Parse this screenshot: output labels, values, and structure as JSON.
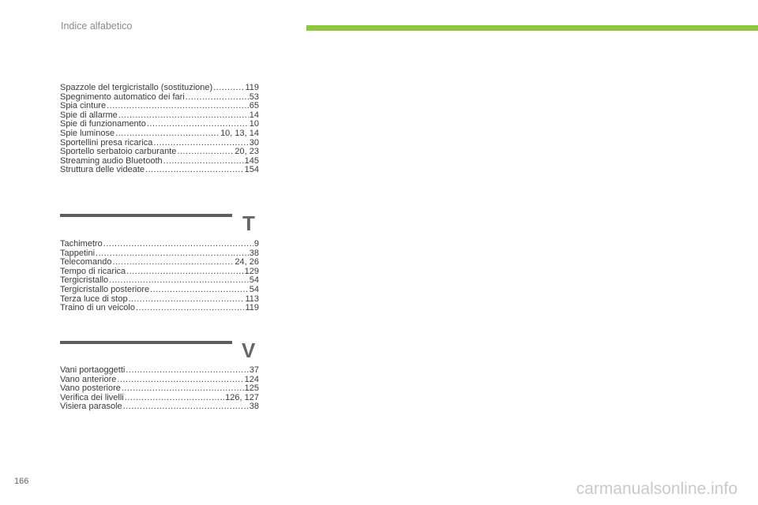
{
  "header": {
    "title": "Indice alfabetico"
  },
  "sections": {
    "s": {
      "entries": [
        {
          "term": "Spazzole del tergicristallo (sostituzione)",
          "pages": "119"
        },
        {
          "term": "Spegnimento automatico dei fari",
          "pages": "53"
        },
        {
          "term": "Spia cinture",
          "pages": "65"
        },
        {
          "term": "Spie di allarme",
          "pages": "14"
        },
        {
          "term": "Spie di funzionamento",
          "pages": "10"
        },
        {
          "term": "Spie luminose",
          "pages": "10, 13, 14"
        },
        {
          "term": "Sportellini presa ricarica",
          "pages": "30"
        },
        {
          "term": "Sportello serbatoio carburante",
          "pages": "20, 23"
        },
        {
          "term": "Streaming audio Bluetooth",
          "pages": "145"
        },
        {
          "term": "Struttura delle videate",
          "pages": "154"
        }
      ]
    },
    "t": {
      "letter": "T",
      "entries": [
        {
          "term": "Tachimetro",
          "pages": "9"
        },
        {
          "term": "Tappetini",
          "pages": "38"
        },
        {
          "term": "Telecomando",
          "pages": "24, 26"
        },
        {
          "term": "Tempo di ricarica",
          "pages": "129"
        },
        {
          "term": "Tergicristallo",
          "pages": "54"
        },
        {
          "term": "Tergicristallo posteriore",
          "pages": "54"
        },
        {
          "term": "Terza luce di stop",
          "pages": "113"
        },
        {
          "term": "Traino di un veicolo",
          "pages": "119"
        }
      ]
    },
    "v": {
      "letter": "V",
      "entries": [
        {
          "term": "Vani portaoggetti",
          "pages": "37"
        },
        {
          "term": "Vano anteriore",
          "pages": "124"
        },
        {
          "term": "Vano posteriore",
          "pages": "125"
        },
        {
          "term": "Verifica dei livelli",
          "pages": "126, 127"
        },
        {
          "term": "Visiera parasole",
          "pages": "38"
        }
      ]
    }
  },
  "footer": {
    "page_number": "166",
    "watermark": "carmanualsonline.info"
  },
  "colors": {
    "accent_bar": "#8dc63f",
    "rule": "#5d5d5d"
  }
}
